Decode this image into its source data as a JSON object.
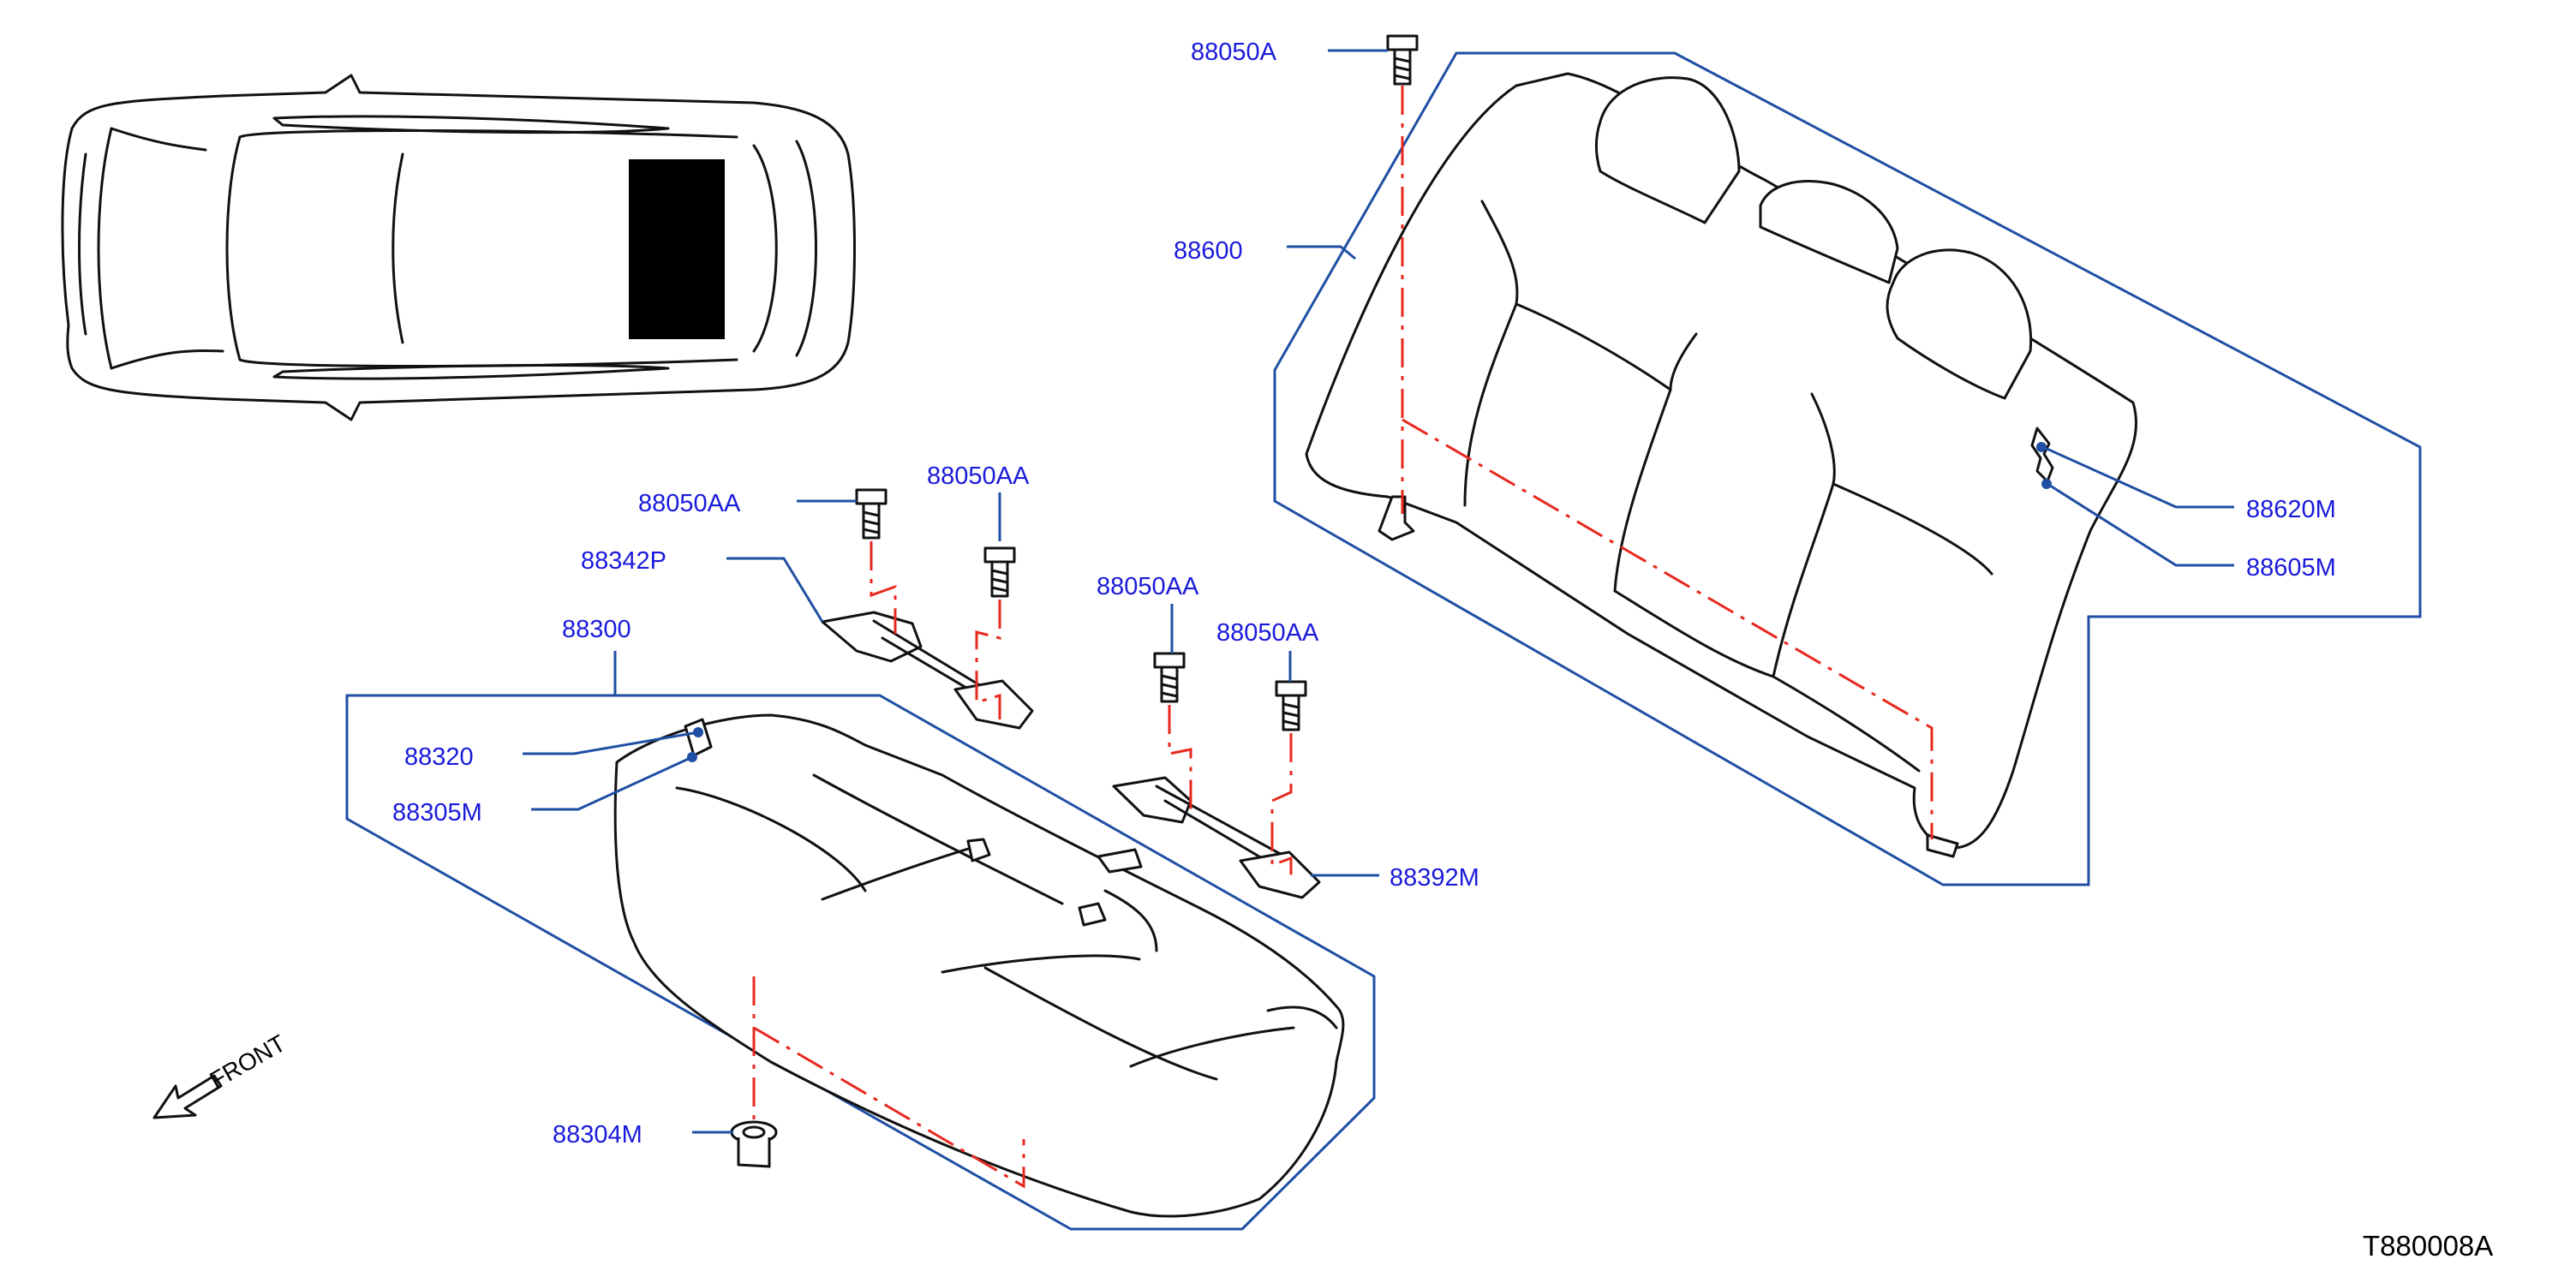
{
  "diagram_code": "T880008A",
  "front_label": "FRONT",
  "colors": {
    "callout_text": "#1a1adb",
    "leader_line": "#1f4fa3",
    "centerline": "#e8281e",
    "outline": "#111111",
    "seat_location_marker": "#000000"
  },
  "callouts": {
    "bolt_top": "88050A",
    "seatback": "88600",
    "seatback_label_upper": "88620M",
    "seatback_label_lower": "88605M",
    "bolt_a": "88050AA",
    "bolt_b": "88050AA",
    "bolt_c": "88050AA",
    "bolt_d": "88050AA",
    "bracket_left": "88342P",
    "cushion": "88300",
    "cushion_label_upper": "88320",
    "cushion_label_lower": "88305M",
    "bracket_right": "88392M",
    "clip": "88304M"
  }
}
